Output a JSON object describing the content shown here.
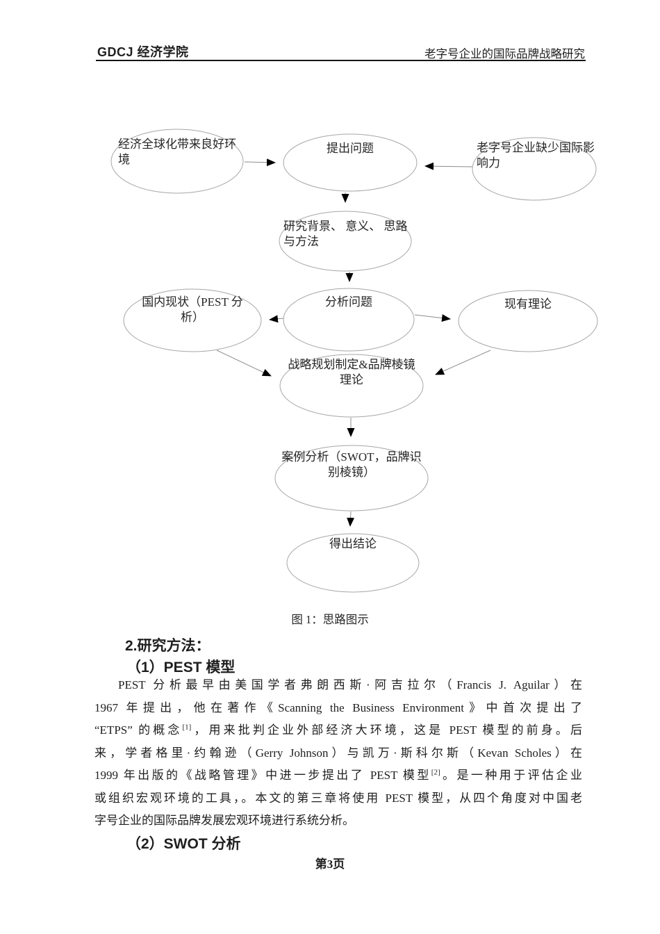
{
  "header": {
    "left_title": "GDCJ 经济学院",
    "right_title": "老字号企业的国际品牌战略研究"
  },
  "diagram": {
    "caption": "图 1：思路图示",
    "nodes": {
      "global_env": {
        "line1": "经济全球化带来良好环",
        "line2": "境"
      },
      "raise_question": {
        "line1": "提出问题"
      },
      "lack_influence": {
        "line1": "老字号企业缺少国际影",
        "line2": "响力"
      },
      "research_background": {
        "line1": "研究背景、 意义、 思路",
        "line2": "与方法"
      },
      "analyze_question": {
        "line1": "分析问题"
      },
      "domestic_status": {
        "line1": "国内现状（PEST 分",
        "line2": "析）"
      },
      "existing_theory": {
        "line1": "现有理论"
      },
      "strategy_prism": {
        "line1": "战略规划制定&品牌棱镜",
        "line2": "理论"
      },
      "case_analysis": {
        "line1": "案例分析（SWOT，品牌识",
        "line2": "别棱镜）"
      },
      "conclusion": {
        "line1": "得出结论"
      }
    }
  },
  "body": {
    "section_heading": "2.研究方法：",
    "pest_heading": "（1）PEST 模型",
    "swot_heading": "（2）SWOT 分析",
    "pest_paragraph_lines": [
      {
        "pre": "PEST 分析最早由美国学者弗朗西斯·阿吉拉尔（Francis J. Aguilar）在"
      },
      {
        "pre": "1967 年提出，他在著作《Scanning the Business Environment》中首次提出了"
      },
      {
        "pre": "“ETPS” 的概念",
        "sup": "[1]",
        "post": "，用来批判企业外部经济大环境，这是 PEST 模型的前身。后"
      },
      {
        "pre": "来，学者格里·约翰逊（Gerry Johnson）与凯万·斯科尔斯（Kevan Scholes）在"
      },
      {
        "pre": "1999 年出版的《战略管理》中进一步提出了 PEST 模型",
        "sup": "[2]",
        "post": "。是一种用于评估企业"
      },
      {
        "pre": "或组织宏观环境的工具，。本文的第三章将使用 PEST 模型，从四个角度对中国老"
      },
      {
        "pre": "字号企业的国际品牌发展宏观环境进行系统分析。"
      }
    ]
  },
  "footer": {
    "page_number": "第3页"
  },
  "colors": {
    "ellipse_stroke": "#a6a6a6",
    "connector": "#8c8c8c",
    "arrowhead": "#000000",
    "text": "#1f1f1f"
  }
}
